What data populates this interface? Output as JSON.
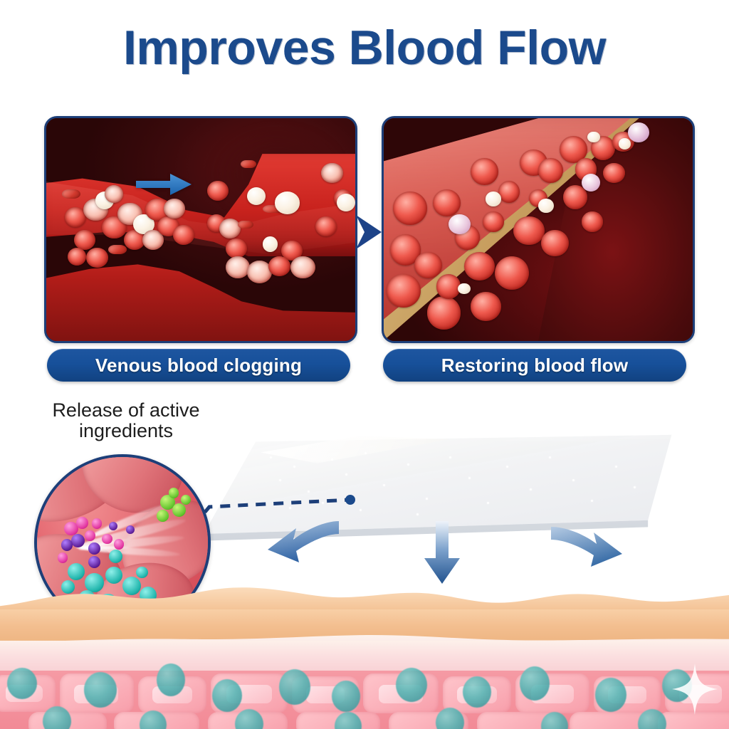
{
  "page": {
    "title": "Improves Blood Flow",
    "background_color": "#ffffff"
  },
  "colors": {
    "title_blue": "#1b4a8c",
    "pill_blue": "#17509a",
    "panel_border": "#1d3f79",
    "arrow_blue": "#2a6fb8",
    "dash_blue": "#1d3f79",
    "skin_epidermis": "#f3bf90",
    "skin_dermis": "#f4929d",
    "nucleus_teal": "#4fb3b2"
  },
  "comparison": {
    "left_panel": {
      "label": "Venous blood clogging",
      "image_alt": "narrowed vein with clumped red blood cells",
      "inner_arrow_name": "flow-direction-arrow"
    },
    "right_panel": {
      "label": "Restoring blood flow",
      "image_alt": "open vessel with freely flowing red blood cells"
    },
    "transition_arrow": "arrow-right-icon"
  },
  "mechanism": {
    "release_label_line1": "Release of active",
    "release_label_line2": "ingredients",
    "magnifier_alt": "magnified view of active ingredient particles entering tissue",
    "patch_alt": "transparent adhesive patch film",
    "absorption_arrows": [
      "arrow-down-left-icon",
      "arrow-down-icon",
      "arrow-down-right-icon"
    ],
    "leader_line": "dashed-leader-line"
  },
  "skin": {
    "layers": [
      "epidermis",
      "basal-layer",
      "dermis"
    ],
    "alt": "cross section of skin showing cells with nuclei"
  }
}
